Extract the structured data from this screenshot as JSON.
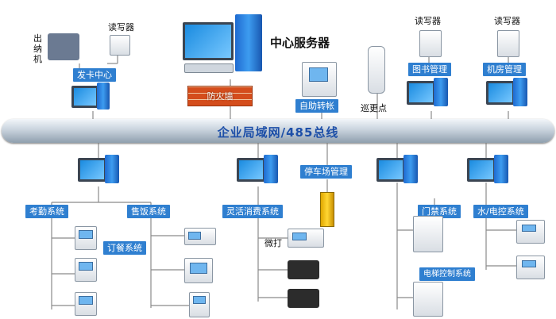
{
  "title": "中心服务器",
  "bus_label": "企业局域网/485总线",
  "firewall_label": "防火墙",
  "top": {
    "cashier": "出纳机",
    "reader_left": "读写器",
    "card_center": "发卡中心",
    "self_service": "自助转帐",
    "patrol": "巡更点",
    "reader_books": "读写器",
    "books": "图书管理",
    "reader_room": "读写器",
    "room": "机房管理"
  },
  "bottom": {
    "attendance": "考勤系统",
    "meal_order": "订餐系统",
    "meal_sale": "售饭系统",
    "flexible": "灵活消费系统",
    "parking": "停车场管理",
    "printer": "微打",
    "door": "门禁系统",
    "elevator": "电梯控制系统",
    "water": "水/电控系统"
  },
  "colors": {
    "label_bg": "#2f7fd0",
    "bus_text": "#1d4fa8",
    "wire": "#8a8a8a"
  }
}
